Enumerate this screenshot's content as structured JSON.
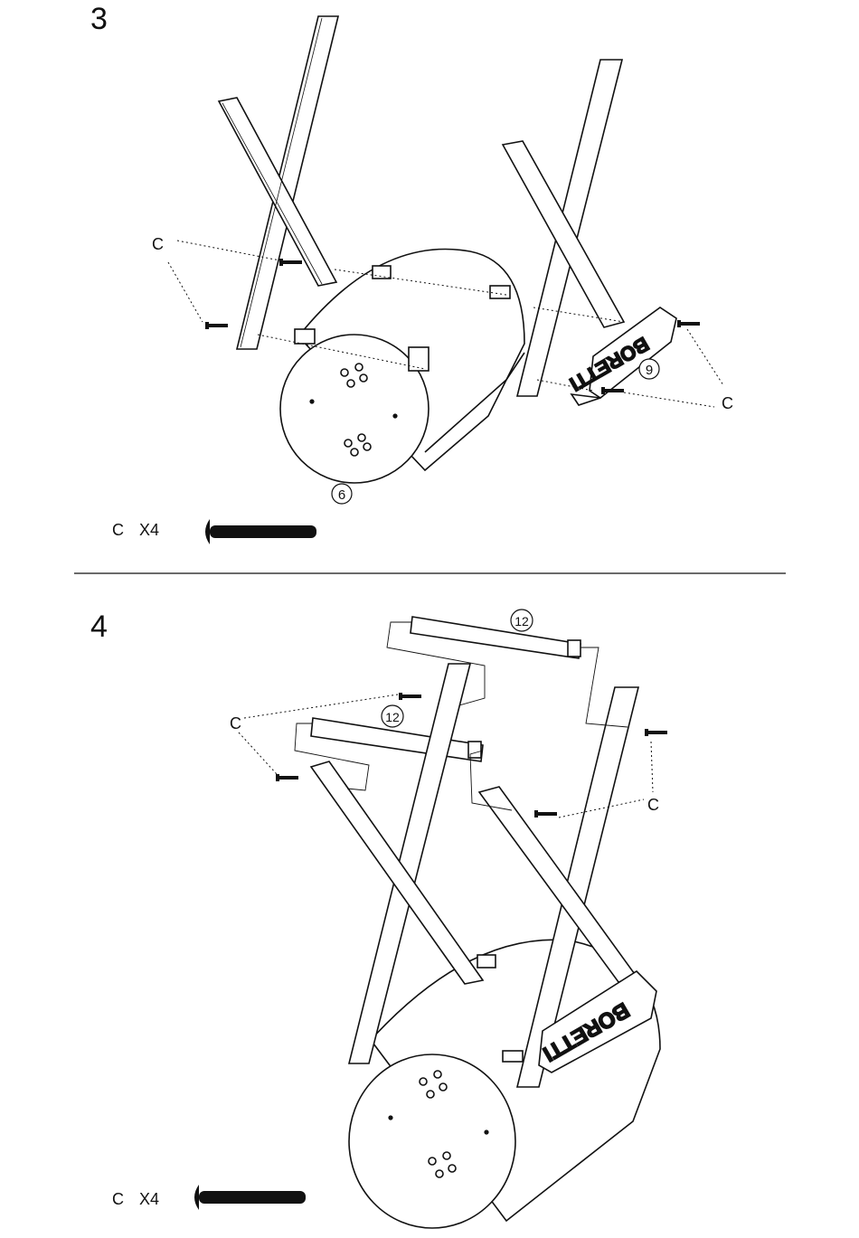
{
  "steps": [
    {
      "number": "3",
      "callouts": {
        "left_c": "C",
        "right_c": "C",
        "part_drum": "6",
        "part_panel": "9"
      },
      "brand_text": "BORETTI",
      "hardware": {
        "letter": "C",
        "qty": "X4"
      }
    },
    {
      "number": "4",
      "callouts": {
        "left_c": "C",
        "right_c": "C",
        "part_bar_top": "12",
        "part_bar_front": "12"
      },
      "brand_text": "BORETTI",
      "hardware": {
        "letter": "C",
        "qty": "X4"
      }
    }
  ],
  "icons": {
    "bolt": "bolt-icon"
  },
  "colors": {
    "ink": "#111111",
    "paper": "#ffffff"
  }
}
